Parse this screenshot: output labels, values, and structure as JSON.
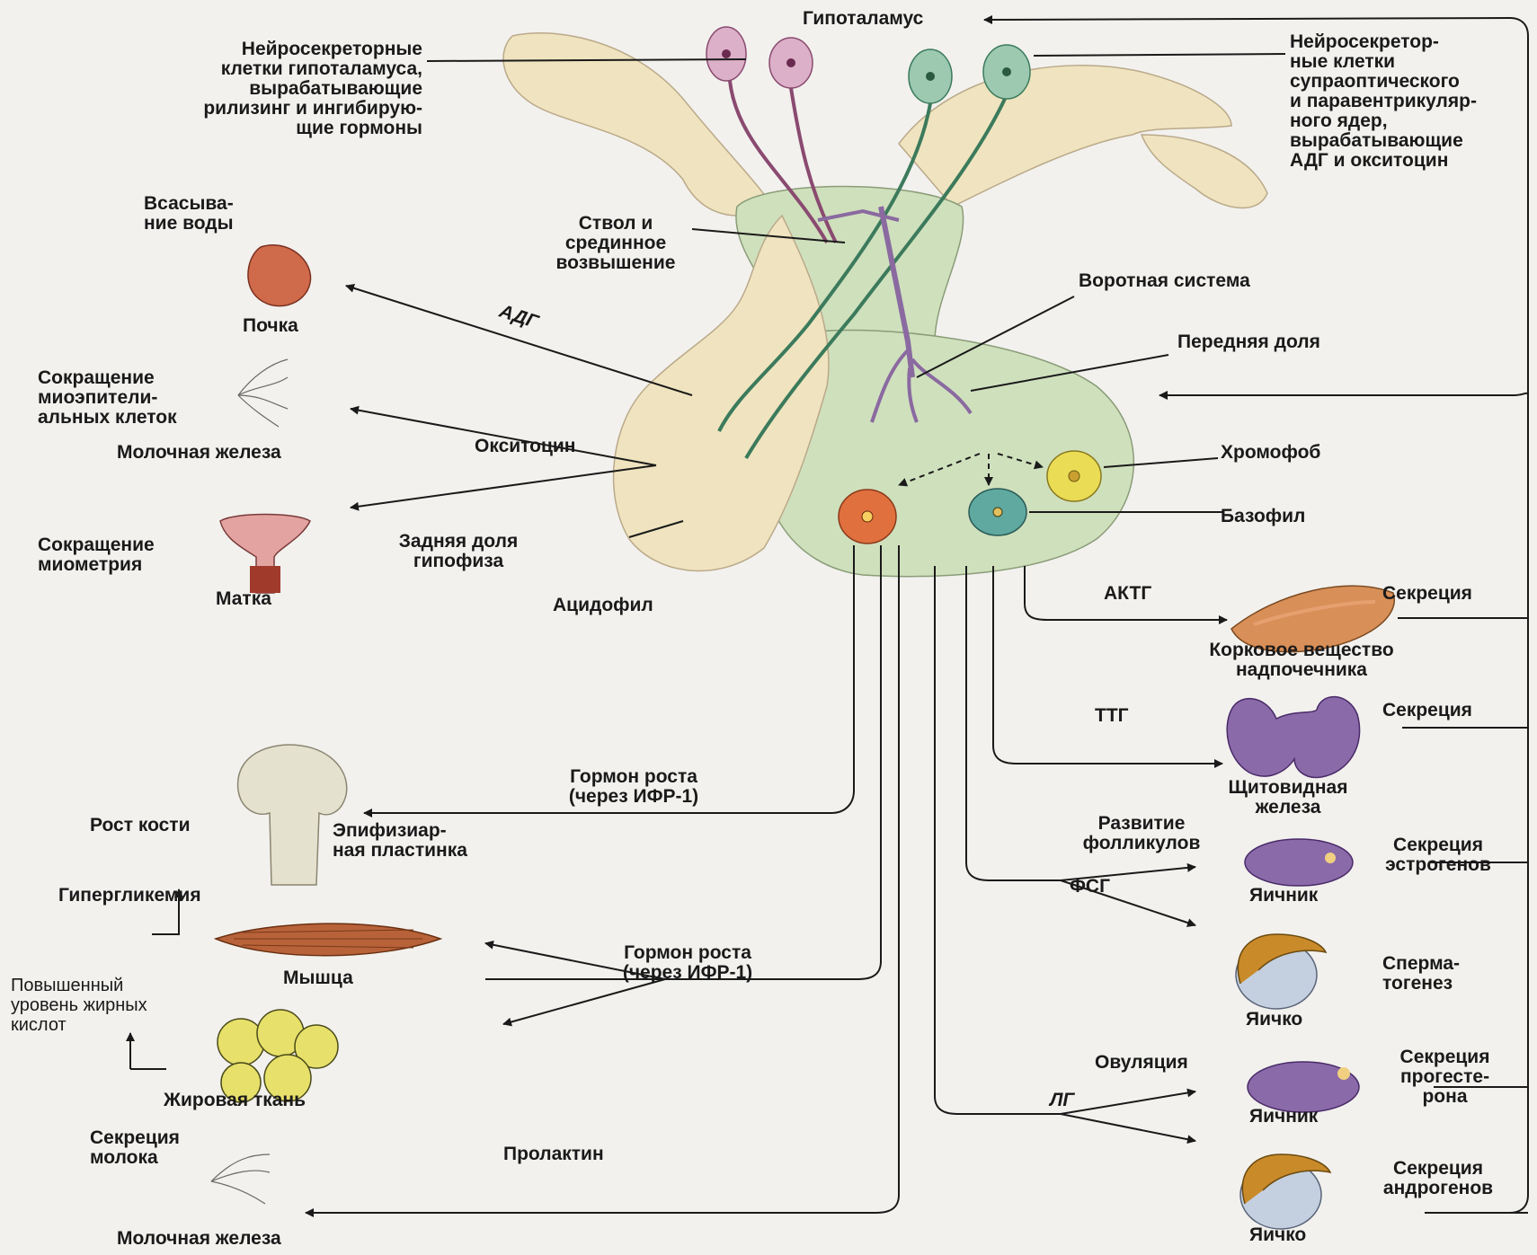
{
  "labels": {
    "hypothalamus": "Гипоталамус",
    "neuro_left": "Нейросекреторные\nклетки гипоталамуса,\nвырабатывающие\nрилизинг и ингибирую-\nщие гормоны",
    "neuro_right": "Нейросекретор-\nные клетки\nсупраоптического\nи паравентрикуляр-\nного ядер,\nвырабатывающие\nАДГ и окситоцин",
    "water": "Всасыва-\nние воды",
    "stalk": "Ствол и\nсрединное\nвозвышение",
    "portal": "Воротная система",
    "kidney": "Почка",
    "adg": "АДГ",
    "anterior": "Передняя доля",
    "myoepi": "Сокращение\nмиоэпители-\nальных клеток",
    "mammary1": "Молочная железа",
    "oxytocin": "Окситоцин",
    "chromophobe": "Хромофоб",
    "basophil": "Базофил",
    "myometrium": "Сокращение\nмиометрия",
    "posterior": "Задняя доля\nгипофиза",
    "uterus": "Матка",
    "acidophil": "Ацидофил",
    "actg": "АКТГ",
    "secretion": "Секреция",
    "adrenal": "Корковое вещество\nнадпочечника",
    "ttg": "ТТГ",
    "thyroid": "Щитовидная\nжелеза",
    "gh1": "Гормон роста\n(через ИФР-1)",
    "bone": "Рост кости",
    "epiphyseal": "Эпифизиар-\nная пластинка",
    "follicles": "Развитие\nфолликулов",
    "estrogen_sec": "Секреция\nэстрогенов",
    "hyperglycemia": "Гипергликемия",
    "fsg": "ФСГ",
    "ovary": "Яичник",
    "muscle": "Мышца",
    "gh2": "Гормон роста\n(через ИФР-1)",
    "spermatogenesis": "Сперма-\nтогенез",
    "fatty": "Повышенный\nуровень жирных\nкислот",
    "testis": "Яичко",
    "ovulation": "Овуляция",
    "prog_sec": "Секреция\nпрогесте-\nрона",
    "fat": "Жировая ткань",
    "lg": "ЛГ",
    "milk": "Секреция\nмолока",
    "prolactin": "Пролактин",
    "andro_sec": "Секреция\nандрогенов",
    "mammary2": "Молочная железа"
  },
  "colors": {
    "posterior_lobe": "#efe4bf",
    "anterior_lobe": "#cfe0bd",
    "portal_vessels": "#8a6aa0",
    "acidophil": "#e0703e",
    "chromophobe": "#eadc55",
    "basophil": "#5fa9a0",
    "adrenal": "#d98f58",
    "thyroid": "#8a6aa8",
    "muscle": "#b8623a",
    "fat": "#e7e06a",
    "testis": "#c98a2a"
  }
}
